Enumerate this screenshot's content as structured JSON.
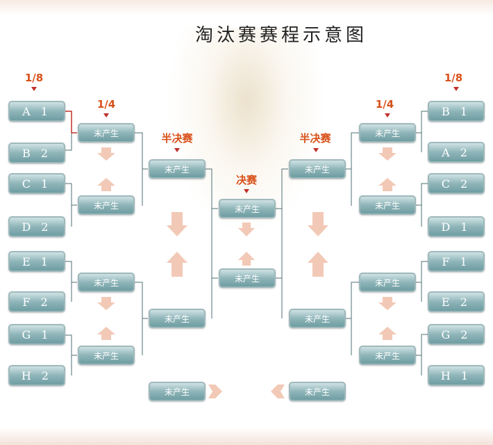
{
  "title": "淘汰赛赛程示意图",
  "labels": {
    "r16": "1/8",
    "qf": "1/4",
    "sf": "半决赛",
    "final": "决赛"
  },
  "pending": "未产生",
  "left_teams": [
    "A 1",
    "B 2",
    "C 1",
    "D 2",
    "E 1",
    "F 2",
    "G 1",
    "H 2"
  ],
  "right_teams": [
    "B 1",
    "A 2",
    "C 2",
    "D 1",
    "F 1",
    "E 2",
    "G 2",
    "H 1"
  ]
}
